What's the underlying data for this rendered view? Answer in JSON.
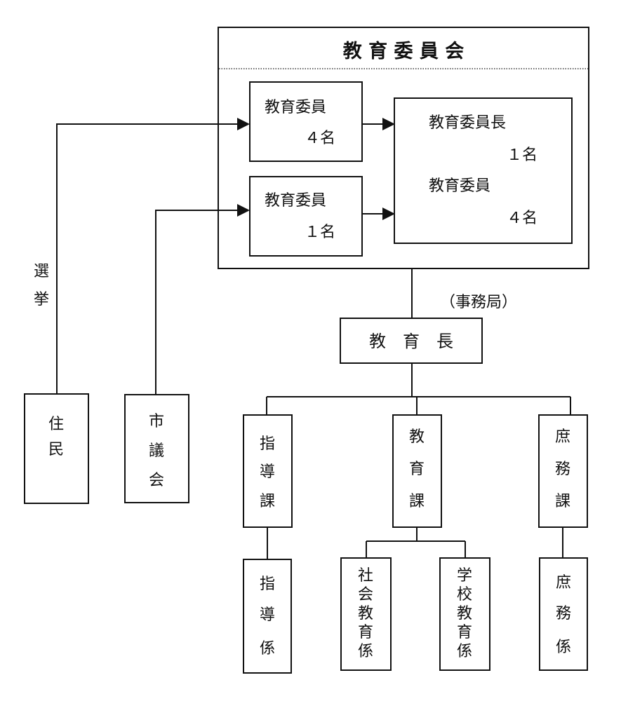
{
  "board": {
    "title": "教 育 委 員 会",
    "members_elected": {
      "label": "教育委員",
      "count": "４名"
    },
    "members_appointed": {
      "label": "教育委員",
      "count": "１名"
    },
    "composition": {
      "chair_label": "教育委員長",
      "chair_count": "１名",
      "members_label": "教育委員",
      "members_count": "４名"
    }
  },
  "election_label": [
    "選",
    "挙"
  ],
  "residents": [
    "住",
    "民"
  ],
  "city_council": [
    "市",
    "議",
    "会"
  ],
  "secretariat_label": "（事務局）",
  "superintendent": "教　育　長",
  "divisions": {
    "guidance": [
      "指",
      "導",
      "課"
    ],
    "education": [
      "教",
      "育",
      "課"
    ],
    "general_affairs": [
      "庶",
      "務",
      "課"
    ]
  },
  "sections": {
    "guidance_section": [
      "指",
      "導",
      "係"
    ],
    "social_education": [
      "社",
      "会",
      "教",
      "育",
      "係"
    ],
    "school_education": [
      "学",
      "校",
      "教",
      "育",
      "係"
    ],
    "general_affairs_section": [
      "庶",
      "務",
      "係"
    ]
  }
}
